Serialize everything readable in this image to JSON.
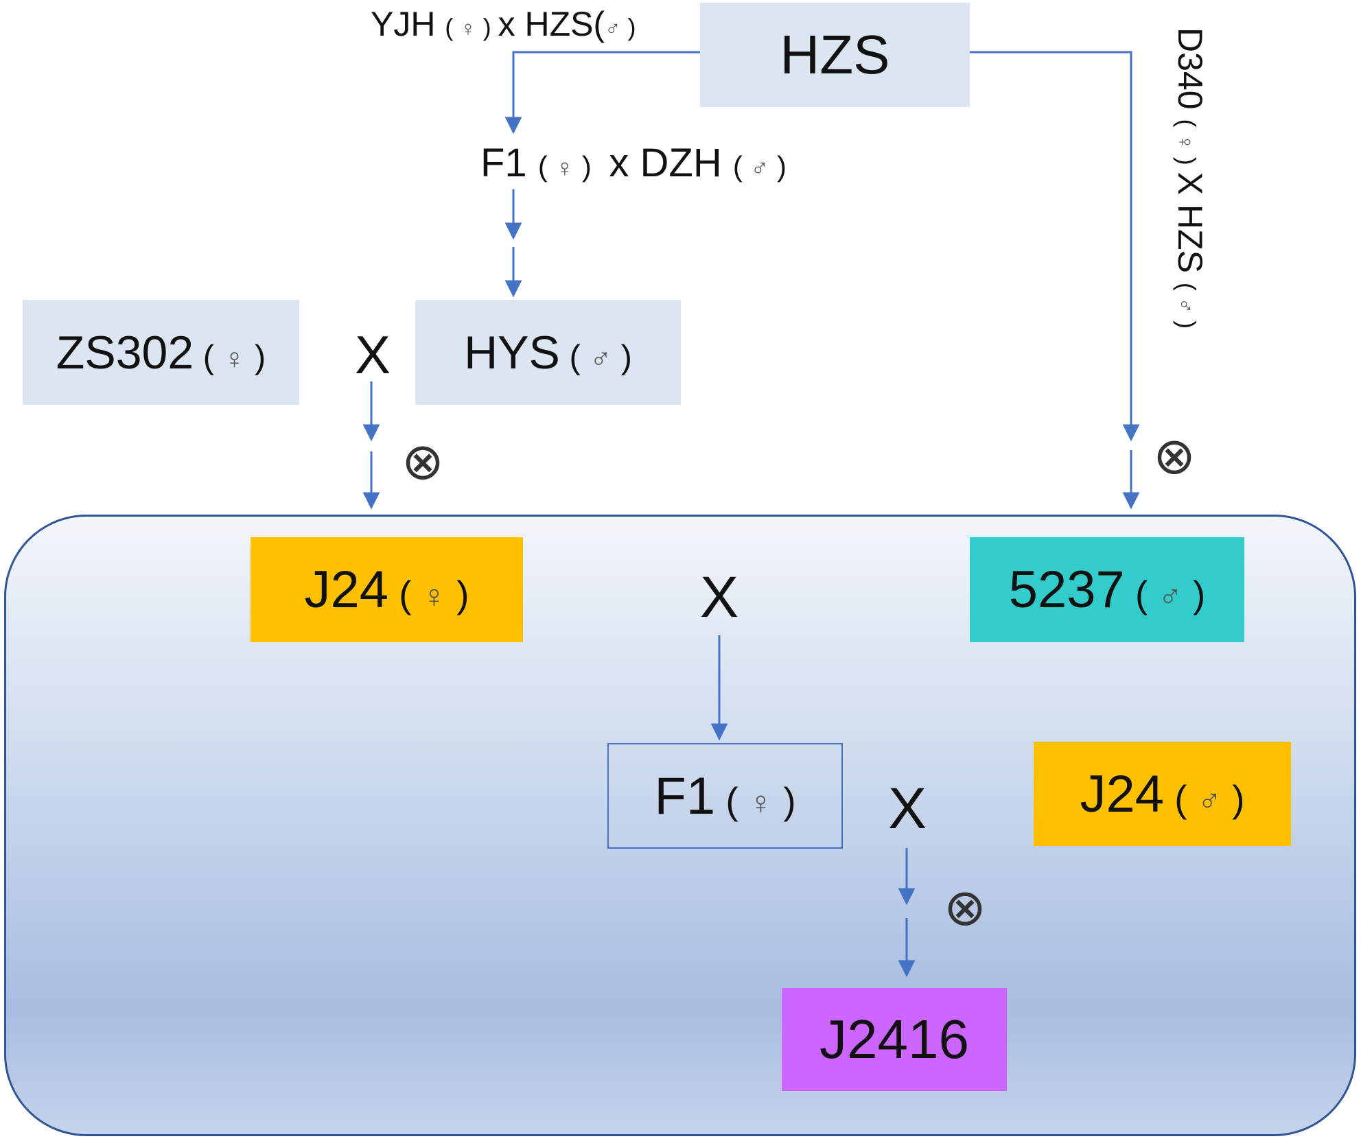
{
  "nodes": {
    "hzs": {
      "name": "HZS"
    },
    "zs302": {
      "name": "ZS302",
      "symbol": "♀"
    },
    "hys": {
      "name": "HYS",
      "symbol": "♂"
    },
    "j24_female": {
      "name": "J24",
      "symbol": "♀",
      "color": "#ffc000"
    },
    "p5237": {
      "name": "5237",
      "symbol": "♂",
      "color": "#33cccc"
    },
    "f1_female": {
      "name": "F1",
      "symbol": "♀"
    },
    "j24_male": {
      "name": "J24",
      "symbol": "♂",
      "color": "#ffc000"
    },
    "j2416": {
      "name": "J2416",
      "color": "#cc66ff"
    }
  },
  "labels": {
    "cross1": {
      "a": "YJH",
      "a_sym": "♀",
      "x": "x",
      "b": "HZS(",
      "b_sym": "♂"
    },
    "cross2": {
      "a": "F1",
      "a_sym": "♀",
      "x": "x DZH",
      "b_sym": "♂"
    },
    "cross3": {
      "a": "D340",
      "a_sym": "♀",
      "x": "X HZS",
      "b_sym": "♂"
    }
  },
  "cross_markers": {
    "zs_hys": "X",
    "j24_5237": "X",
    "f1_j24": "X"
  },
  "selfing_symbol": "⊗",
  "colors": {
    "arrow": "#4472c4",
    "panel_border": "#2f5597",
    "box_gray": "#dce6f2"
  }
}
